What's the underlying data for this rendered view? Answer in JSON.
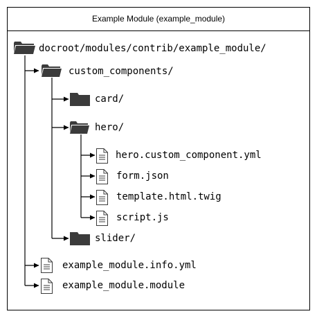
{
  "title": "Example Module (example_module)",
  "tree": {
    "root": {
      "label": "docroot/modules/contrib/example_module/",
      "icon": "folder-open-icon"
    },
    "custom_components": {
      "label": "custom_components/",
      "icon": "folder-open-icon"
    },
    "card": {
      "label": "card/",
      "icon": "folder-closed-icon"
    },
    "hero": {
      "label": "hero/",
      "icon": "folder-open-icon"
    },
    "hero_yml": {
      "label": "hero.custom_component.yml",
      "icon": "file-icon"
    },
    "form_json": {
      "label": "form.json",
      "icon": "file-icon"
    },
    "template_twig": {
      "label": "template.html.twig",
      "icon": "file-icon"
    },
    "script_js": {
      "label": "script.js",
      "icon": "file-icon"
    },
    "slider": {
      "label": "slider/",
      "icon": "folder-closed-icon"
    },
    "info_yml": {
      "label": "example_module.info.yml",
      "icon": "file-icon"
    },
    "module_file": {
      "label": "example_module.module",
      "icon": "file-icon"
    }
  }
}
